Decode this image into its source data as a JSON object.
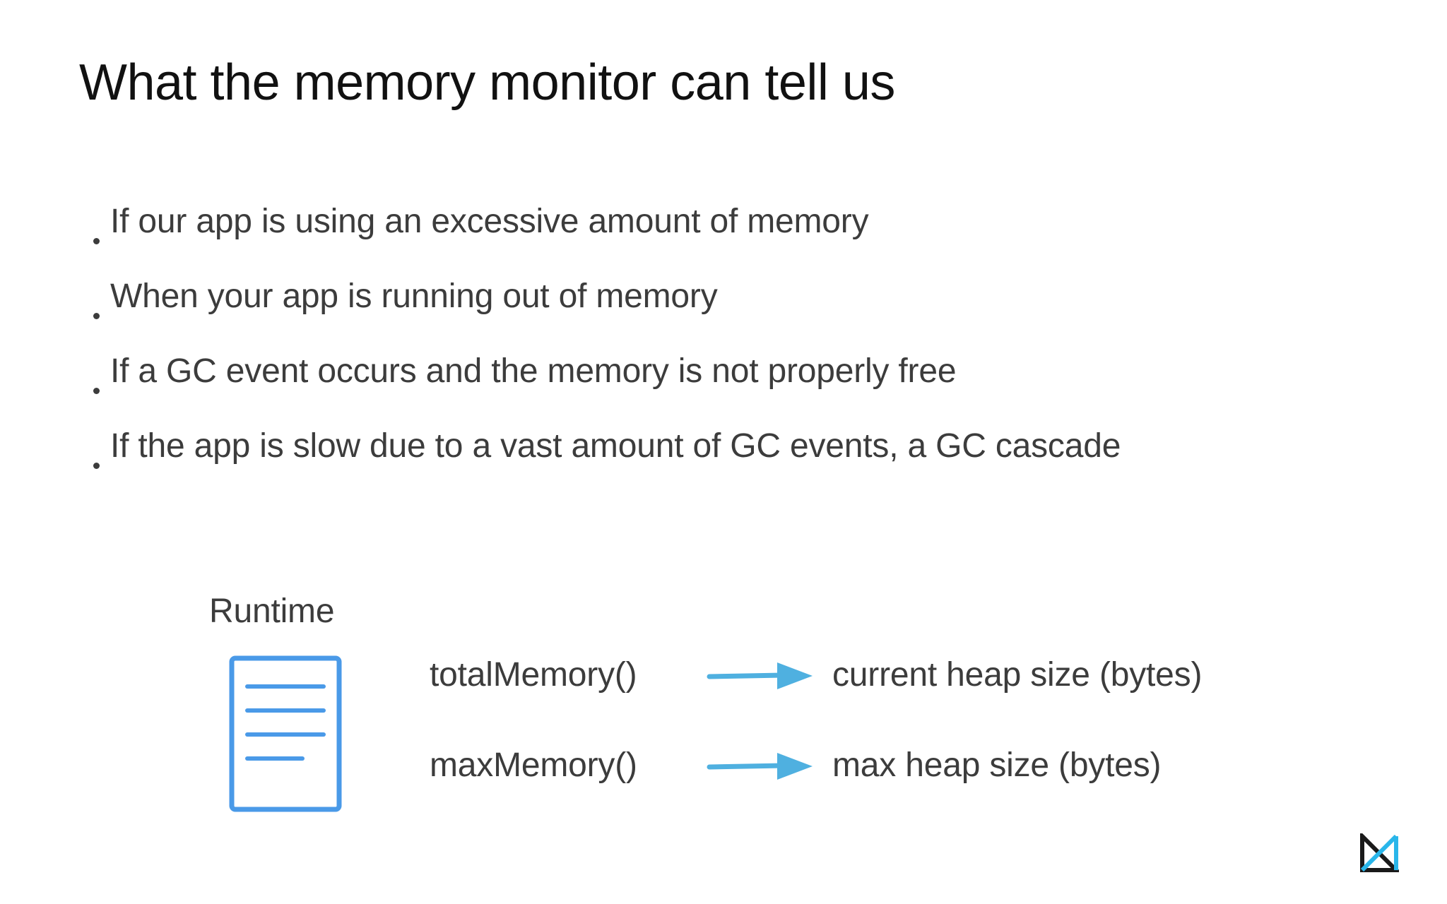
{
  "slide": {
    "title": "What the memory monitor can tell us",
    "background_color": "#ffffff",
    "text_color": "#3c3c3c",
    "title_color": "#111111",
    "accent_blue": "#4a9ae8",
    "arrow_blue": "#4fb0e0",
    "logo_black": "#1a1a1a",
    "logo_cyan": "#29b6ea"
  },
  "bullets": [
    {
      "marker": "•",
      "text": "If our app is using an excessive amount of memory"
    },
    {
      "marker": "•",
      "text": "When your app is running out of memory"
    },
    {
      "marker": "•",
      "text": "If a GC event occurs and the memory is not properly free"
    },
    {
      "marker": "•",
      "text": "If the app is slow due to a vast amount of GC events, a GC cascade"
    }
  ],
  "diagram": {
    "label": "Runtime",
    "icon_name": "document-icon",
    "icon_line_count": 4,
    "rows": [
      {
        "method": "totalMemory()",
        "arrow": "right-arrow-icon",
        "result": "current heap size (bytes)"
      },
      {
        "method": "maxMemory()",
        "arrow": "right-arrow-icon",
        "result": "max heap size (bytes)"
      }
    ]
  },
  "logo": {
    "name": "brand-logo",
    "alt": "M logo"
  }
}
